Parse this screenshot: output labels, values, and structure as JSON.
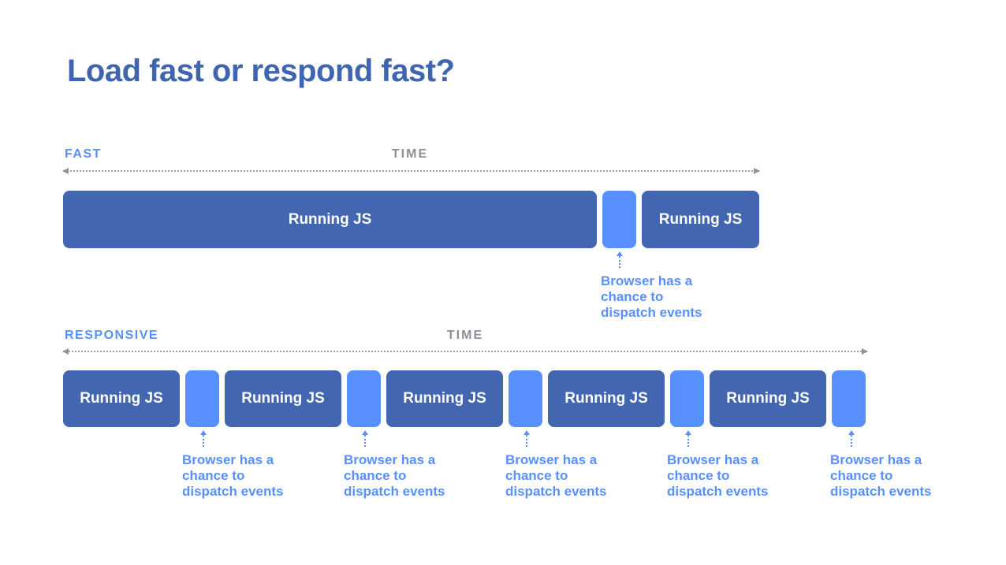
{
  "slide": {
    "title": "Load fast or respond fast?"
  },
  "colors": {
    "title_blue": "#3f65b0",
    "dark_bar_blue": "#4266b0",
    "light_bar_blue": "#5890ff",
    "accent_blue": "#5890ff",
    "time_label_gray": "#8d9098",
    "timeline_dots_gray": "#9aa0a6"
  },
  "fast_section": {
    "label": "FAST",
    "time_label": "TIME",
    "bars": [
      {
        "type": "dark",
        "label": "Running JS"
      },
      {
        "type": "light",
        "label": ""
      },
      {
        "type": "dark",
        "label": "Running JS"
      }
    ],
    "annotations": [
      {
        "lines": [
          "Browser has a",
          "chance to",
          "dispatch events"
        ]
      }
    ]
  },
  "responsive_section": {
    "label": "RESPONSIVE",
    "time_label": "TIME",
    "bars": [
      {
        "type": "dark",
        "label": "Running JS"
      },
      {
        "type": "light",
        "label": ""
      },
      {
        "type": "dark",
        "label": "Running JS"
      },
      {
        "type": "light",
        "label": ""
      },
      {
        "type": "dark",
        "label": "Running JS"
      },
      {
        "type": "light",
        "label": ""
      },
      {
        "type": "dark",
        "label": "Running JS"
      },
      {
        "type": "light",
        "label": ""
      },
      {
        "type": "dark",
        "label": "Running JS"
      },
      {
        "type": "light",
        "label": ""
      }
    ],
    "annotations": [
      {
        "lines": [
          "Browser has a",
          "chance to",
          "dispatch events"
        ]
      },
      {
        "lines": [
          "Browser has a",
          "chance to",
          "dispatch events"
        ]
      },
      {
        "lines": [
          "Browser has a",
          "chance to",
          "dispatch events"
        ]
      },
      {
        "lines": [
          "Browser has a",
          "chance to",
          "dispatch events"
        ]
      },
      {
        "lines": [
          "Browser has a",
          "chance to",
          "dispatch events"
        ]
      }
    ]
  }
}
